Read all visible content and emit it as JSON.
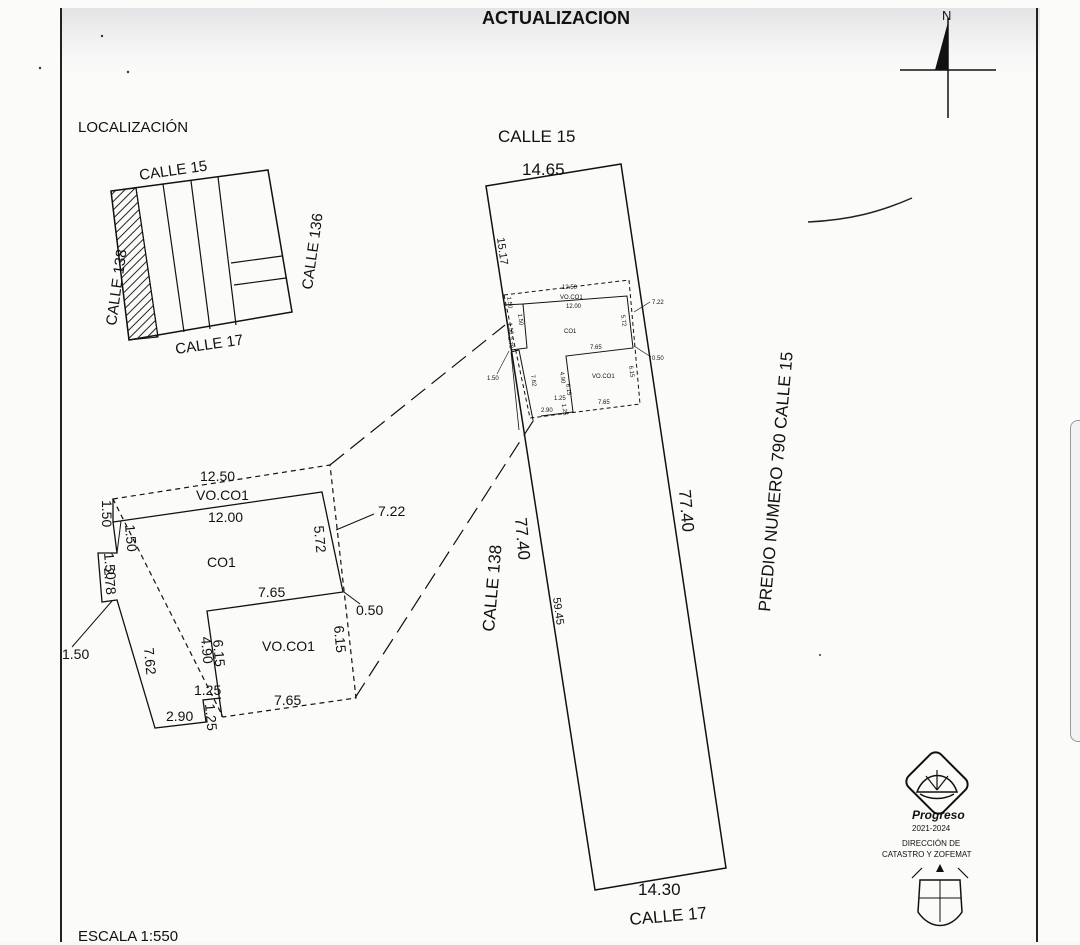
{
  "header": {
    "title": "ACTUALIZACION",
    "north": "N"
  },
  "location": {
    "title": "LOCALIZACIÓN",
    "streets": {
      "top": "CALLE 15",
      "bottom": "CALLE 17",
      "left": "CALLE 138",
      "right": "CALLE 136"
    }
  },
  "lot": {
    "street_top": "CALLE 15",
    "street_bottom": "CALLE 17",
    "street_left": "CALLE 138",
    "neighbor_right": "PREDIO NUMERO 790 CALLE 15",
    "front_top": "14.65",
    "front_bottom": "14.30",
    "side_left": "77.40",
    "side_right": "77.40",
    "top_offset": "15.17",
    "inner_length": "59.45"
  },
  "detail": {
    "top_outer": "12.50",
    "vo_label": "VO.CO1",
    "top_inner": "12.00",
    "left_1": "1.50",
    "left_2": "1.50",
    "left_3": "1.50",
    "left_4": "2.78",
    "leader_left": "1.50",
    "right_1": "5.72",
    "right_leader": "7.22",
    "co1_label": "CO1",
    "mid_width": "7.65",
    "right_gap": "0.50",
    "vo2_label": "VO.CO1",
    "vo2_left": "4.90",
    "vo2_left_b": "6.15",
    "vo2_right": "6.15",
    "bottom_width": "7.65",
    "step_h": "1.25",
    "step_v": "1.25",
    "left_long": "7.62",
    "bottom_left": "2.90"
  },
  "seal": {
    "name": "Progreso",
    "years": "2021-2024",
    "dept_line1": "DIRECCIÓN DE",
    "dept_line2": "CATASTRO Y ZOFEMAT"
  },
  "footer": {
    "scale": "ESCALA 1:550"
  }
}
